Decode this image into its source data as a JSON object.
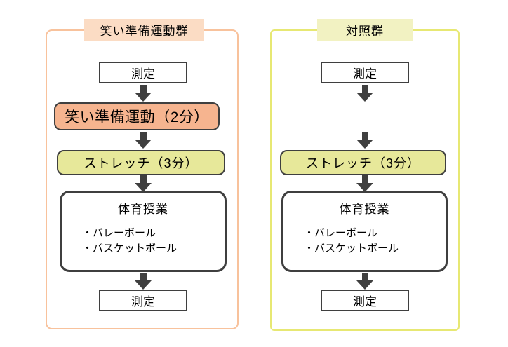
{
  "left_group": {
    "title": "笑い準備運動群",
    "measure_top": "測定",
    "laughter_step": "笑い準備運動（2分）",
    "stretch_step": "ストレッチ（3分）",
    "pe_class": {
      "title": "体育授業",
      "items": [
        "・バレーボール",
        "・バスケットボール"
      ]
    },
    "measure_bottom": "測定"
  },
  "right_group": {
    "title": "対照群",
    "measure_top": "測定",
    "stretch_step": "ストレッチ（3分）",
    "pe_class": {
      "title": "体育授業",
      "items": [
        "・バレーボール",
        "・バスケットボール"
      ]
    },
    "measure_bottom": "測定"
  },
  "colors": {
    "left_group_border": "#F8C29C",
    "left_title_bg": "#FBDCC4",
    "laughter_fill": "#F6B48F",
    "stretch_fill": "#E7E89A",
    "right_group_border": "#E7E873",
    "right_title_bg": "#F2F2C2",
    "box_border": "#3F3F3F",
    "arrow_color": "#3F3F3F"
  }
}
